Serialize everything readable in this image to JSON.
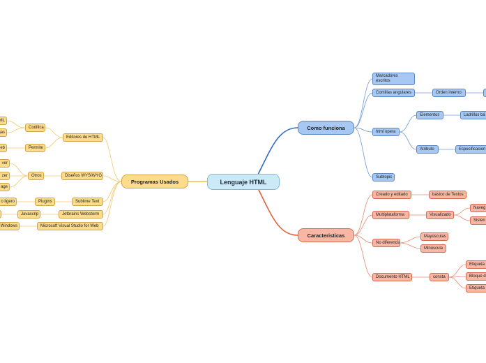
{
  "central": "Lenguaje HTML",
  "colors": {
    "blue_line": "#2f6cc2",
    "red_line": "#e2613b",
    "yellow_line": "#f2bf45",
    "blue_fill": "#a6c8f2",
    "red_fill": "#f7b7a4",
    "yellow_fill": "#fddb8c",
    "center_fill": "#cce9f7"
  },
  "como_funciona": {
    "title": "Como funciona",
    "marcadores": "Marcadores escritos",
    "comillas": "Comillas angulares",
    "orden": "Orden interno",
    "html_opera": "html opera",
    "elementos": "Elementos",
    "ladrillos": "Ladrillos bá",
    "atributo": "Atributo",
    "especificacion": "Especificacion",
    "subtopic": "Subtopic"
  },
  "caracteristicas": {
    "title": "Caracteristicas",
    "creado": "Creado y editado",
    "basico": "básico de Textos",
    "multiplataforma": "Multiplataforma",
    "visualizado": "Visualizado",
    "naveg": "Naveg",
    "sisten": "Sisten",
    "no_diferencia": "No diferencia",
    "mayusculas": "Mayúsculas",
    "minuscula": "Minúscula",
    "documento": "Documento HTML",
    "consta": "consta",
    "etiqueta1": "Etiqueta",
    "bloque": "Bloque d",
    "etiqueta2": "Etiqueta"
  },
  "programas": {
    "title": "Programas Usados",
    "editores": "Editores de HTML",
    "codifica": "Codifica",
    "codifica_leaf1": "ML",
    "codifica_leaf2": "gas",
    "permite": "Permite",
    "permite_leaf": "eb",
    "disenos": "Diseños WYSIWYG",
    "otros": "Otros",
    "otros_leaf1": "ver",
    "otros_leaf2": "zer",
    "otros_leaf3": "age",
    "sublime": "Sublime Text",
    "plugins": "Plugins",
    "plugins_leaf": "o ligero",
    "jetbrains": "Jetbrains Webstorm",
    "javascrip": "Javascrip",
    "msvs": "Microsoft Visual Studio for Web",
    "windows": "Windows"
  }
}
